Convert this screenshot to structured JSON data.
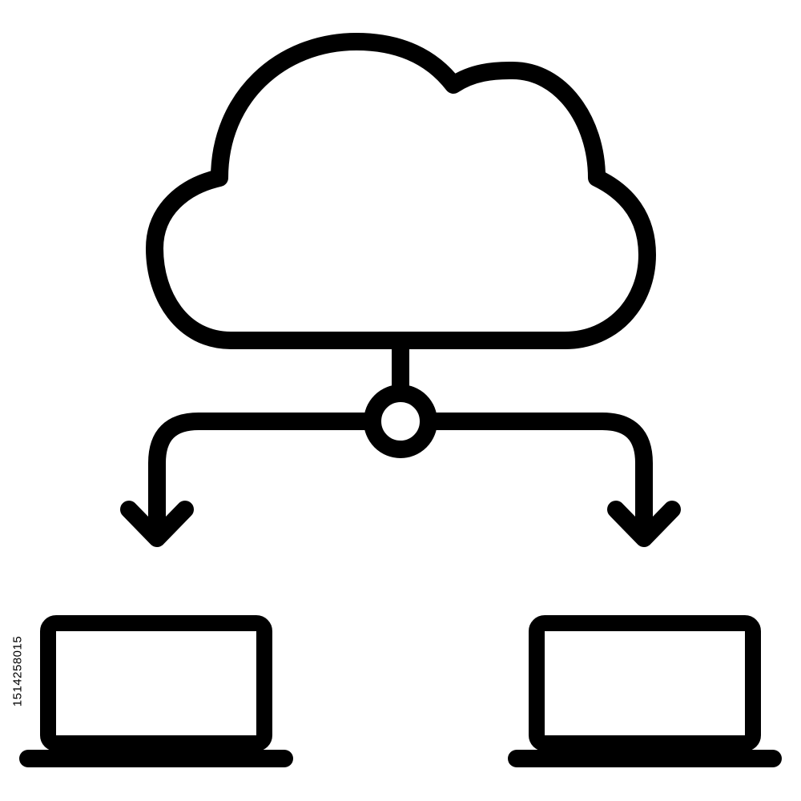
{
  "colors": {
    "background": "#ffffff",
    "line": "#000000"
  },
  "diagram": {
    "nodes": [
      {
        "name": "cloud",
        "icon": "cloud-icon"
      },
      {
        "name": "hub",
        "icon": "circle-node-icon"
      },
      {
        "name": "laptop-left",
        "icon": "laptop-icon"
      },
      {
        "name": "laptop-right",
        "icon": "laptop-icon"
      }
    ],
    "edges": [
      {
        "from": "cloud",
        "to": "hub"
      },
      {
        "from": "hub",
        "to": "laptop-left",
        "arrow": "down-arrow-icon"
      },
      {
        "from": "hub",
        "to": "laptop-right",
        "arrow": "down-arrow-icon"
      }
    ]
  },
  "stock_id": "1514258015"
}
